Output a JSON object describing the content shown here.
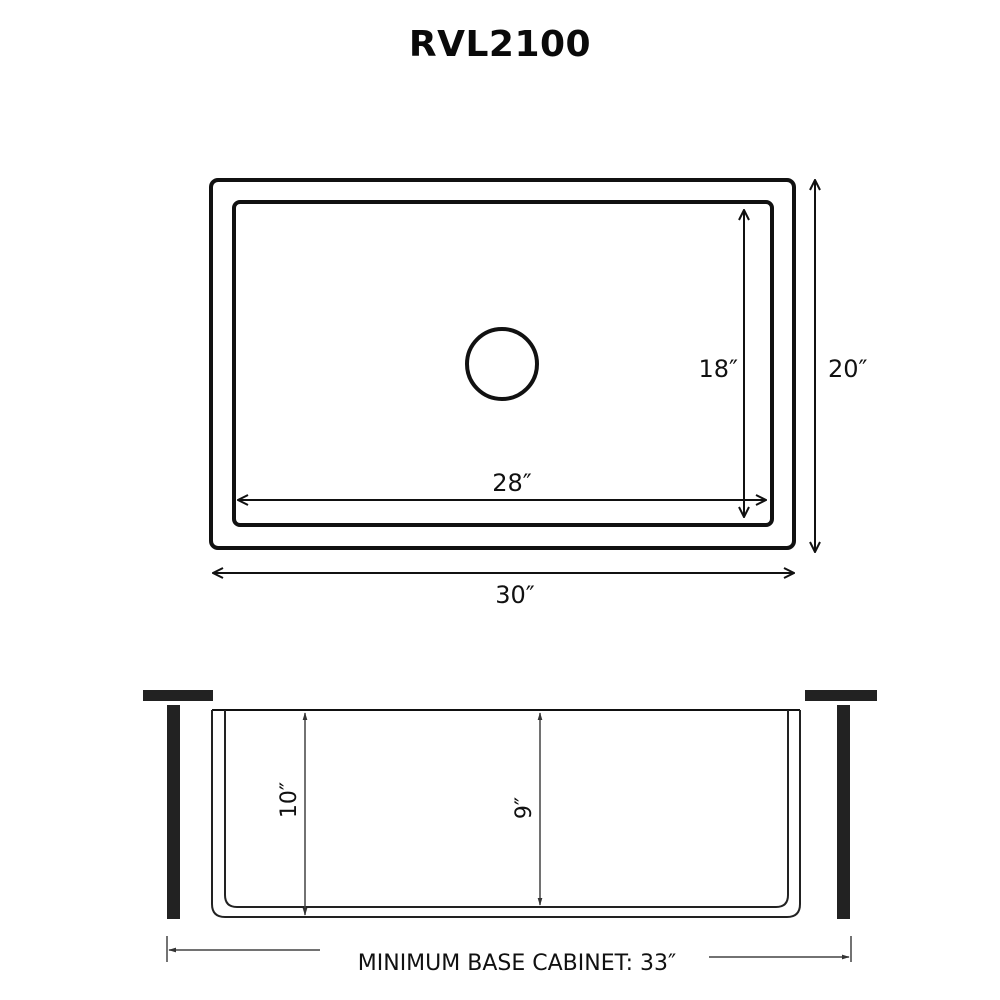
{
  "title": "RVL2100",
  "top_view": {
    "outer_width_label": "30″",
    "outer_depth_label": "20″",
    "inner_width_label": "28″",
    "inner_depth_label": "18″",
    "drain": "drain-circle"
  },
  "side_view": {
    "overall_depth_label": "10″",
    "bowl_depth_label": "9″",
    "cabinet_label": "MINIMUM BASE CABINET: 33″"
  },
  "colors": {
    "line": "#111111",
    "cabinet": "#222222",
    "background": "#ffffff"
  }
}
